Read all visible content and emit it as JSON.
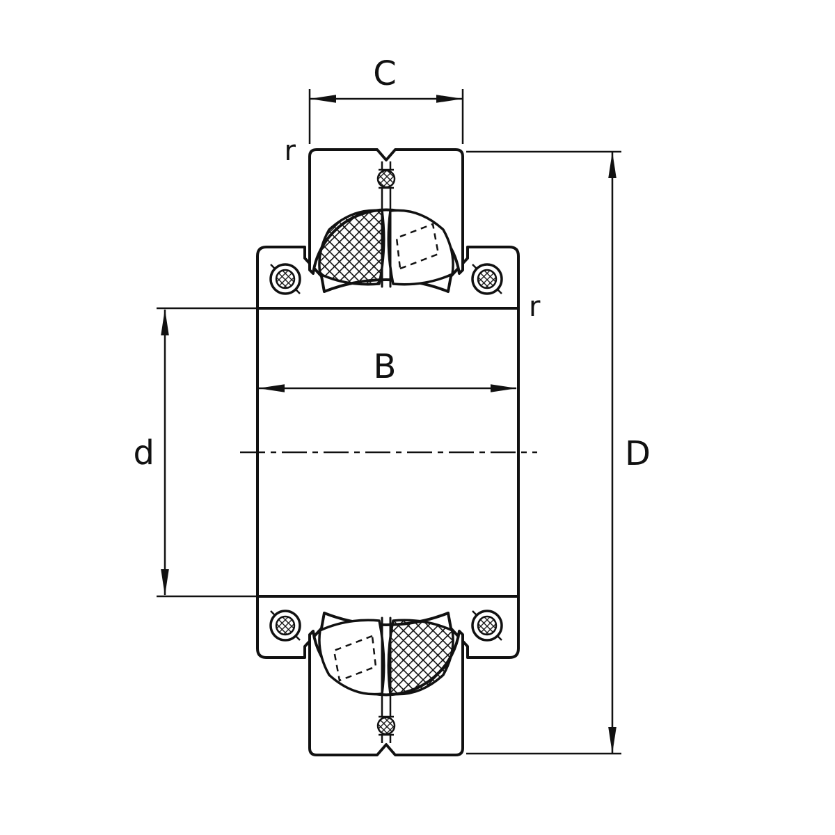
{
  "drawing": {
    "type": "spherical-roller-bearing-cross-section",
    "background_color": "#ffffff",
    "line_color": "#111111",
    "dimensions": {
      "outer_ring_width": "C",
      "body_width": "B",
      "bore_diameter": "d",
      "outside_diameter": "D",
      "fillet_radius_top": "r",
      "fillet_radius_side": "r"
    }
  }
}
